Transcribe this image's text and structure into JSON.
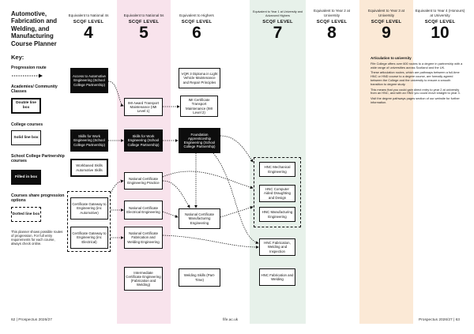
{
  "colors": {
    "band_level5": "#f8e3ec",
    "band_level7": "#e7f1ea",
    "band_level9": "#fbe9d6"
  },
  "planner_title": "Automotive, Fabrication and Welding, and Manufacturing Course Planner",
  "key": {
    "title": "Key:",
    "progression_route": "Progression route",
    "academies_label": "Academies/ Community Classes",
    "double_box": "Double line box",
    "college_label": "College courses",
    "solid_box": "Solid line box",
    "partnership_label": "School College Partnership courses",
    "filled_box": "Filled in box",
    "shared_label": "Courses share progression options",
    "dotted_box": "Dotted line box",
    "note": "This planner shows possible routes of progression. For full entry requirements for each course, always check online."
  },
  "levels": [
    {
      "equivalent": "Equivalent to National 4s",
      "scqf": "SCQF LEVEL",
      "number": "4"
    },
    {
      "equivalent": "Equivalent to National 5s",
      "scqf": "SCQF LEVEL",
      "number": "5"
    },
    {
      "equivalent": "Equivalent to Highers",
      "scqf": "SCQF LEVEL",
      "number": "6"
    },
    {
      "equivalent": "Equivalent to Year 1 at University and Advanced Highers",
      "scqf": "SCQF LEVEL",
      "number": "7"
    },
    {
      "equivalent": "Equivalent to Year 2 at University",
      "scqf": "SCQF LEVEL",
      "number": "8"
    },
    {
      "equivalent": "Equivalent to Year 3 at University",
      "scqf": "SCQF LEVEL",
      "number": "9"
    },
    {
      "equivalent": "Equivalent to Year 4 (Honours) at University",
      "scqf": "SCQF LEVEL",
      "number": "10"
    }
  ],
  "courses": {
    "access_auto": "Access to Automotive Engineering (School College Partnership)",
    "skills_work_4": "Skills for Work Engineering (School College Partnership)",
    "workbased_skills": "Workbased Skills Automotive Skills",
    "cert_gateway_auto": "Certificate Gateway to Engineering (inc Automotive)",
    "cert_gateway_elec": "Certificate Gateway to Engineering (inc Electrical)",
    "imi_award": "IMI Award Transport Maintenance (IMI Level 1)",
    "skills_work_5": "Skills for Work Engineering (School College Partnership)",
    "nc_eng_practice": "National Certificate Engineering Practice",
    "nc_electrical": "National Certificate Electrical Engineering",
    "nc_fabrication": "National Certificate Fabrication and Welding Engineering",
    "intermediate_cert": "Intermediate Certificate Engineering (Fabrication and Welding)",
    "vqr3": "VQR 3 Diploma in Light Vehicle Maintenance and Repair Principles",
    "imi_certificate": "IMI Certificate Transport Maintenance (IMI Level 2)",
    "foundation_app": "Foundation Apprenticeship Engineering (School College Partnership)",
    "nc_manufacturing": "National Certificate Manufacturing Engineering",
    "welding_skills": "Welding Skills (Part-Time)",
    "hnc_mechanical": "HNC Mechanical Engineering",
    "hnc_cad": "HNC Computer Aided Draughting and Design",
    "hnc_manufacturing": "HNC Manufacturing Engineering",
    "hnc_fabrication": "HNC Fabrication, Welding and Inspection",
    "hnc_fab_welding": "HNC Fabrication and Welding"
  },
  "articulation": {
    "title": "Articulation to university",
    "p1": "Fife College offers over 600 routes to a degree in partnership with a wide range of universities across Scotland and the UK.",
    "p2": "These articulation routes, which are pathways between a full-time HNC or HND course to a degree course, are formally agreed between the College and the university to ensure a smooth transition to degree study.",
    "p3": "This means that you could gain direct entry to year 2 at university from an HNC, and with an HND you could move straight to year 3.",
    "p4": "Visit the degree pathways pages section of our website for further information."
  },
  "footer": {
    "left": "62 | Prospectus 2026/27",
    "center": "fife.ac.uk",
    "right": "Prospectus 2026/27 | 63"
  }
}
